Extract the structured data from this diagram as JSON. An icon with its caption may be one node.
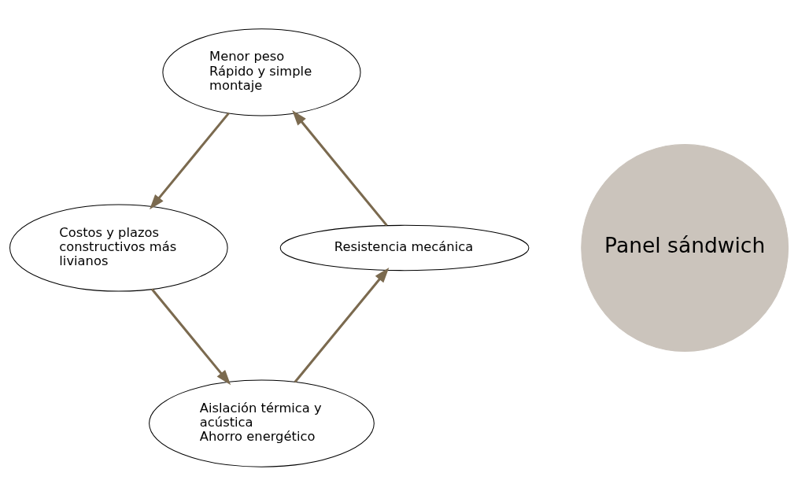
{
  "diagram": {
    "nodes": [
      {
        "text": [
          "Panel sándwich"
        ]
      },
      {
        "text": [
          "Menor peso",
          "Rápido y simple montaje"
        ]
      },
      {
        "text": [
          "Costos y plazos constructivos más livianos"
        ]
      },
      {
        "text": [
          "Resistencia mecánica"
        ]
      },
      {
        "text": [
          "Aislación térmica y acústica",
          "Ahorro energético"
        ]
      }
    ],
    "edges": [
      {
        "from": 1,
        "to": 2,
        "arrow": "to"
      },
      {
        "from": 2,
        "to": 4,
        "arrow": "to"
      },
      {
        "from": 4,
        "to": 3,
        "arrow": "to"
      },
      {
        "from": 3,
        "to": 1,
        "arrow": "to"
      }
    ]
  }
}
